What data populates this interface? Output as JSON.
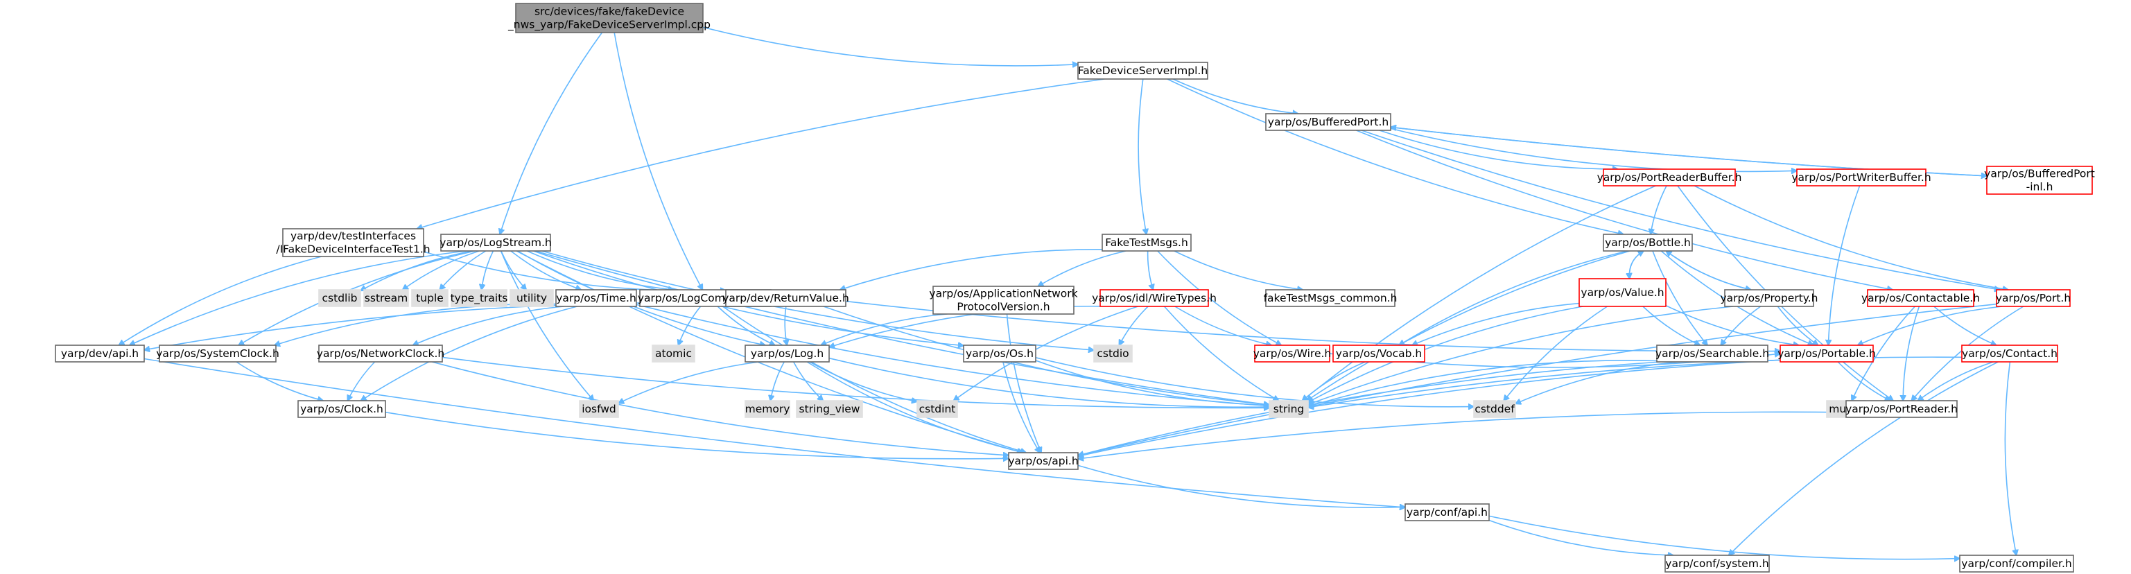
{
  "diagram": {
    "colors": {
      "background": "#ffffff",
      "edge": "#63b8ff",
      "default_fill": "#ffffff",
      "default_stroke": "#666666",
      "root_fill": "#999999",
      "root_stroke": "#666666",
      "system_fill": "#e0e0e0",
      "system_stroke": "#e0e0e0",
      "incomplete_stroke": "#ff0000"
    },
    "nodes": [
      {
        "id": "root",
        "lines": [
          "src/devices/fake/fakeDevice",
          "_nws_yarp/FakeDeviceServerImpl.cpp"
        ],
        "style": "root"
      },
      {
        "id": "fakeServerImpl",
        "lines": [
          "FakeDeviceServerImpl.h"
        ],
        "style": "default"
      },
      {
        "id": "bufferedPort",
        "lines": [
          "yarp/os/BufferedPort.h"
        ],
        "style": "default"
      },
      {
        "id": "portReaderBuffer",
        "lines": [
          "yarp/os/PortReaderBuffer.h"
        ],
        "style": "incomplete"
      },
      {
        "id": "portWriterBuffer",
        "lines": [
          "yarp/os/PortWriterBuffer.h"
        ],
        "style": "incomplete"
      },
      {
        "id": "bufferedPortInl",
        "lines": [
          "yarp/os/BufferedPort",
          "-inl.h"
        ],
        "style": "incomplete"
      },
      {
        "id": "testIface",
        "lines": [
          "yarp/dev/testInterfaces",
          "/IFakeDeviceInterfaceTest1.h"
        ],
        "style": "default"
      },
      {
        "id": "logStream",
        "lines": [
          "yarp/os/LogStream.h"
        ],
        "style": "default"
      },
      {
        "id": "fakeTestMsgs",
        "lines": [
          "FakeTestMsgs.h"
        ],
        "style": "default"
      },
      {
        "id": "bottle",
        "lines": [
          "yarp/os/Bottle.h"
        ],
        "style": "default"
      },
      {
        "id": "cstdlib",
        "lines": [
          "cstdlib"
        ],
        "style": "system"
      },
      {
        "id": "sstream",
        "lines": [
          "sstream"
        ],
        "style": "system"
      },
      {
        "id": "tuple",
        "lines": [
          "tuple"
        ],
        "style": "system"
      },
      {
        "id": "typeTraits",
        "lines": [
          "type_traits"
        ],
        "style": "system"
      },
      {
        "id": "utility",
        "lines": [
          "utility"
        ],
        "style": "system"
      },
      {
        "id": "time",
        "lines": [
          "yarp/os/Time.h"
        ],
        "style": "default"
      },
      {
        "id": "logComponent",
        "lines": [
          "yarp/os/LogComponent.h"
        ],
        "style": "default"
      },
      {
        "id": "returnValue",
        "lines": [
          "yarp/dev/ReturnValue.h"
        ],
        "style": "default"
      },
      {
        "id": "appNetProto",
        "lines": [
          "yarp/os/ApplicationNetwork",
          "ProtocolVersion.h"
        ],
        "style": "default"
      },
      {
        "id": "wireTypes",
        "lines": [
          "yarp/os/idl/WireTypes.h"
        ],
        "style": "incomplete"
      },
      {
        "id": "fakeTestMsgsCommon",
        "lines": [
          "fakeTestMsgs_common.h"
        ],
        "style": "default"
      },
      {
        "id": "value",
        "lines": [
          "yarp/os/Value.h"
        ],
        "style": "incomplete"
      },
      {
        "id": "property",
        "lines": [
          "yarp/os/Property.h"
        ],
        "style": "default"
      },
      {
        "id": "contactable",
        "lines": [
          "yarp/os/Contactable.h"
        ],
        "style": "incomplete"
      },
      {
        "id": "port",
        "lines": [
          "yarp/os/Port.h"
        ],
        "style": "incomplete"
      },
      {
        "id": "devApi",
        "lines": [
          "yarp/dev/api.h"
        ],
        "style": "default"
      },
      {
        "id": "systemClock",
        "lines": [
          "yarp/os/SystemClock.h"
        ],
        "style": "default"
      },
      {
        "id": "networkClock",
        "lines": [
          "yarp/os/NetworkClock.h"
        ],
        "style": "default"
      },
      {
        "id": "atomic",
        "lines": [
          "atomic"
        ],
        "style": "system"
      },
      {
        "id": "log",
        "lines": [
          "yarp/os/Log.h"
        ],
        "style": "default"
      },
      {
        "id": "os",
        "lines": [
          "yarp/os/Os.h"
        ],
        "style": "default"
      },
      {
        "id": "cstdio",
        "lines": [
          "cstdio"
        ],
        "style": "system"
      },
      {
        "id": "wire",
        "lines": [
          "yarp/os/Wire.h"
        ],
        "style": "incomplete"
      },
      {
        "id": "vocab",
        "lines": [
          "yarp/os/Vocab.h"
        ],
        "style": "incomplete"
      },
      {
        "id": "searchable",
        "lines": [
          "yarp/os/Searchable.h"
        ],
        "style": "default"
      },
      {
        "id": "portable",
        "lines": [
          "yarp/os/Portable.h"
        ],
        "style": "incomplete"
      },
      {
        "id": "contact",
        "lines": [
          "yarp/os/Contact.h"
        ],
        "style": "incomplete"
      },
      {
        "id": "clock",
        "lines": [
          "yarp/os/Clock.h"
        ],
        "style": "default"
      },
      {
        "id": "iosfwd",
        "lines": [
          "iosfwd"
        ],
        "style": "system"
      },
      {
        "id": "memory",
        "lines": [
          "memory"
        ],
        "style": "system"
      },
      {
        "id": "stringView",
        "lines": [
          "string_view"
        ],
        "style": "system"
      },
      {
        "id": "cstdint",
        "lines": [
          "cstdint"
        ],
        "style": "system"
      },
      {
        "id": "string",
        "lines": [
          "string"
        ],
        "style": "system"
      },
      {
        "id": "cstddef",
        "lines": [
          "cstddef"
        ],
        "style": "system"
      },
      {
        "id": "mutex",
        "lines": [
          "mutex"
        ],
        "style": "system"
      },
      {
        "id": "portReader",
        "lines": [
          "yarp/os/PortReader.h"
        ],
        "style": "default"
      },
      {
        "id": "osApi",
        "lines": [
          "yarp/os/api.h"
        ],
        "style": "default"
      },
      {
        "id": "confApi",
        "lines": [
          "yarp/conf/api.h"
        ],
        "style": "default"
      },
      {
        "id": "confSystem",
        "lines": [
          "yarp/conf/system.h"
        ],
        "style": "default"
      },
      {
        "id": "confCompiler",
        "lines": [
          "yarp/conf/compiler.h"
        ],
        "style": "default"
      }
    ],
    "edges": [
      [
        "root",
        "fakeServerImpl"
      ],
      [
        "root",
        "logStream"
      ],
      [
        "root",
        "logComponent"
      ],
      [
        "fakeServerImpl",
        "bufferedPort"
      ],
      [
        "fakeServerImpl",
        "testIface"
      ],
      [
        "fakeServerImpl",
        "fakeTestMsgs"
      ],
      [
        "fakeServerImpl",
        "bottle"
      ],
      [
        "bufferedPort",
        "portReaderBuffer"
      ],
      [
        "bufferedPort",
        "portWriterBuffer"
      ],
      [
        "bufferedPort",
        "bufferedPortInl"
      ],
      [
        "bufferedPort",
        "contactable"
      ],
      [
        "bufferedPort",
        "port"
      ],
      [
        "bufferedPortInl",
        "bufferedPort"
      ],
      [
        "portReaderBuffer",
        "bottle"
      ],
      [
        "portReaderBuffer",
        "port"
      ],
      [
        "portReaderBuffer",
        "portReader"
      ],
      [
        "portReaderBuffer",
        "string"
      ],
      [
        "portWriterBuffer",
        "portable"
      ],
      [
        "testIface",
        "returnValue"
      ],
      [
        "testIface",
        "devApi"
      ],
      [
        "logStream",
        "cstdlib"
      ],
      [
        "logStream",
        "sstream"
      ],
      [
        "logStream",
        "tuple"
      ],
      [
        "logStream",
        "typeTraits"
      ],
      [
        "logStream",
        "utility"
      ],
      [
        "logStream",
        "time"
      ],
      [
        "logStream",
        "logComponent"
      ],
      [
        "logStream",
        "log"
      ],
      [
        "logStream",
        "os"
      ],
      [
        "logStream",
        "systemClock"
      ],
      [
        "logStream",
        "cstdio"
      ],
      [
        "logStream",
        "iosfwd"
      ],
      [
        "logStream",
        "string"
      ],
      [
        "logStream",
        "osApi"
      ],
      [
        "logStream",
        "devApi"
      ],
      [
        "fakeTestMsgs",
        "returnValue"
      ],
      [
        "fakeTestMsgs",
        "appNetProto"
      ],
      [
        "fakeTestMsgs",
        "wireTypes"
      ],
      [
        "fakeTestMsgs",
        "fakeTestMsgsCommon"
      ],
      [
        "fakeTestMsgs",
        "wire"
      ],
      [
        "bottle",
        "value"
      ],
      [
        "bottle",
        "property"
      ],
      [
        "bottle",
        "searchable"
      ],
      [
        "bottle",
        "portable"
      ],
      [
        "bottle",
        "string"
      ],
      [
        "bottle",
        "vocab"
      ],
      [
        "value",
        "bottle"
      ],
      [
        "value",
        "searchable"
      ],
      [
        "value",
        "portable"
      ],
      [
        "value",
        "vocab"
      ],
      [
        "value",
        "string"
      ],
      [
        "value",
        "cstddef"
      ],
      [
        "property",
        "bottle"
      ],
      [
        "property",
        "searchable"
      ],
      [
        "property",
        "portable"
      ],
      [
        "property",
        "string"
      ],
      [
        "contactable",
        "contact"
      ],
      [
        "contactable",
        "portReader"
      ],
      [
        "contactable",
        "mutex"
      ],
      [
        "port",
        "portable"
      ],
      [
        "port",
        "portReader"
      ],
      [
        "port",
        "osApi"
      ],
      [
        "time",
        "systemClock"
      ],
      [
        "time",
        "networkClock"
      ],
      [
        "time",
        "clock"
      ],
      [
        "time",
        "string"
      ],
      [
        "logComponent",
        "atomic"
      ],
      [
        "logComponent",
        "log"
      ],
      [
        "logComponent",
        "osApi"
      ],
      [
        "returnValue",
        "log"
      ],
      [
        "returnValue",
        "portable"
      ],
      [
        "returnValue",
        "string"
      ],
      [
        "returnValue",
        "devApi"
      ],
      [
        "appNetProto",
        "log"
      ],
      [
        "appNetProto",
        "osApi"
      ],
      [
        "wireTypes",
        "log"
      ],
      [
        "wireTypes",
        "cstdio"
      ],
      [
        "wireTypes",
        "cstdint"
      ],
      [
        "wireTypes",
        "string"
      ],
      [
        "wireTypes",
        "wire"
      ],
      [
        "devApi",
        "confApi"
      ],
      [
        "systemClock",
        "clock"
      ],
      [
        "networkClock",
        "clock"
      ],
      [
        "networkClock",
        "osApi"
      ],
      [
        "networkClock",
        "string"
      ],
      [
        "log",
        "iosfwd"
      ],
      [
        "log",
        "memory"
      ],
      [
        "log",
        "stringView"
      ],
      [
        "log",
        "cstdint"
      ],
      [
        "log",
        "osApi"
      ],
      [
        "log",
        "string"
      ],
      [
        "os",
        "cstddef"
      ],
      [
        "os",
        "string"
      ],
      [
        "os",
        "osApi"
      ],
      [
        "wire",
        "portable"
      ],
      [
        "vocab",
        "string"
      ],
      [
        "searchable",
        "string"
      ],
      [
        "searchable",
        "cstddef"
      ],
      [
        "searchable",
        "osApi"
      ],
      [
        "portable",
        "portReader"
      ],
      [
        "portable",
        "osApi"
      ],
      [
        "contact",
        "portReader"
      ],
      [
        "contact",
        "string"
      ],
      [
        "contact",
        "confSystem"
      ],
      [
        "contact",
        "confCompiler"
      ],
      [
        "clock",
        "osApi"
      ],
      [
        "portReader",
        "osApi"
      ],
      [
        "osApi",
        "confApi"
      ],
      [
        "confApi",
        "confSystem"
      ],
      [
        "confApi",
        "confCompiler"
      ]
    ]
  }
}
